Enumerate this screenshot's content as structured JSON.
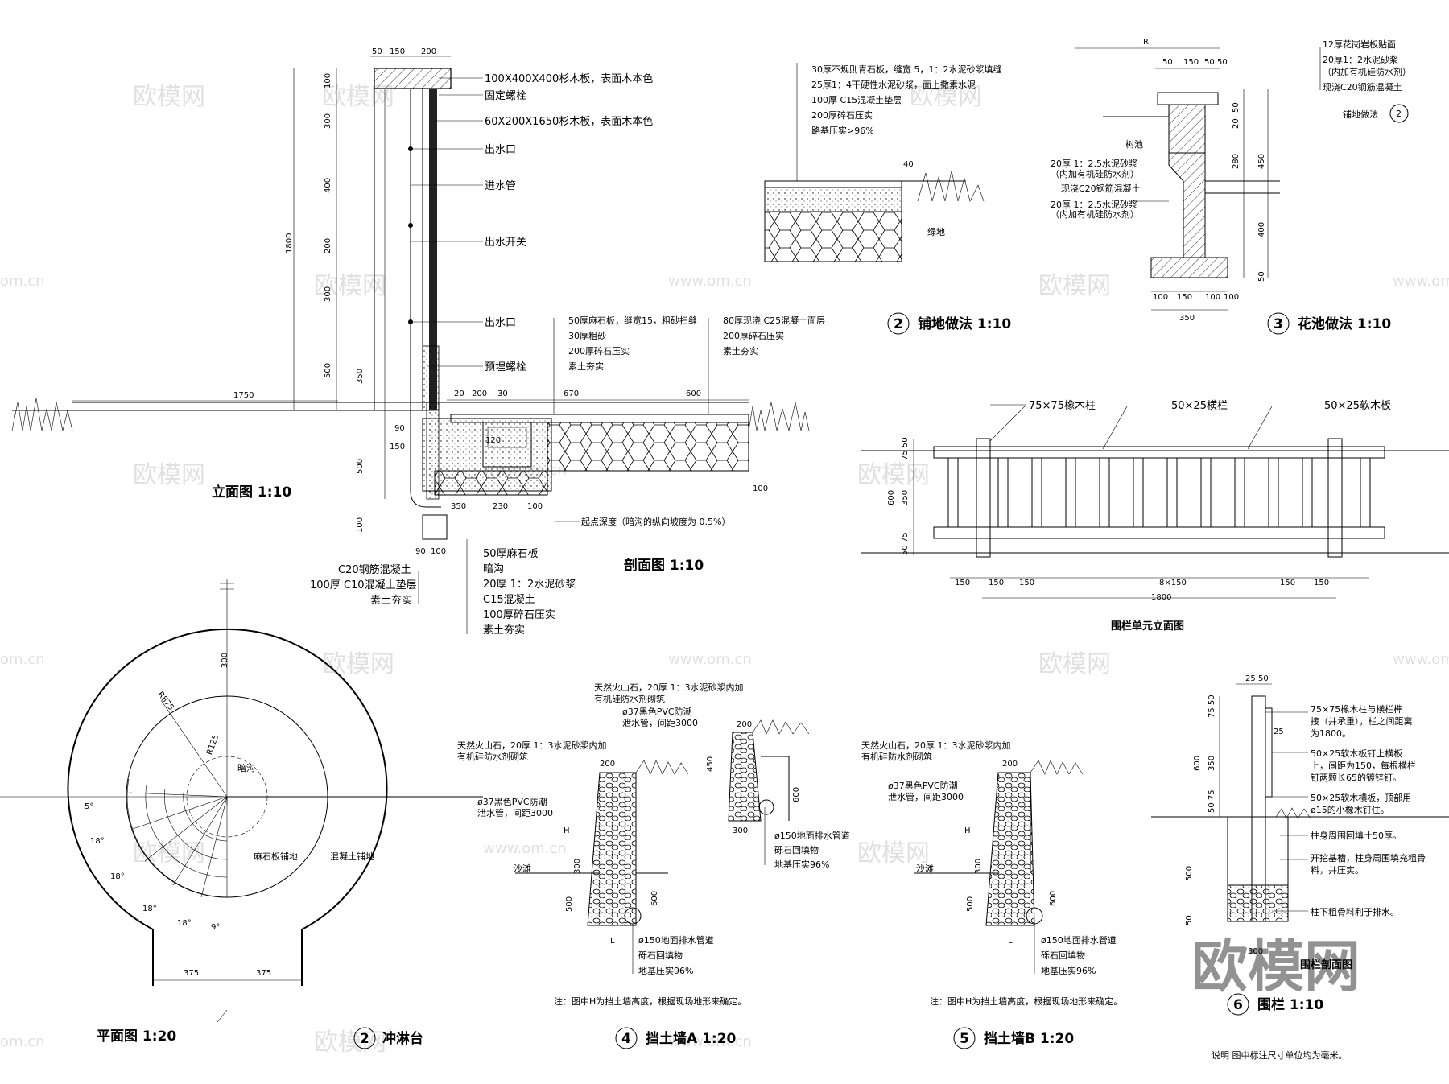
{
  "watermark": {
    "brand": "欧模网",
    "site": "www.om.cn",
    "corner": "欧模网",
    "domain": "om.cn"
  },
  "elevation": {
    "title": "立面图 1:10",
    "top_dims": [
      "50",
      "150",
      "200"
    ],
    "left_dims": [
      "100",
      "300",
      "400",
      "200",
      "300",
      "500",
      "1800"
    ],
    "ground_dims": [
      "1750"
    ],
    "small_dims": [
      "350",
      "90",
      "150",
      "500",
      "100",
      "90",
      "100",
      "350"
    ],
    "labels": [
      "100X400X400杉木板，表面木本色",
      "固定螺栓",
      "60X200X1650杉木板，表面木本色",
      "出水口",
      "进水管",
      "出水开关",
      "出水口",
      "预埋螺栓"
    ]
  },
  "section": {
    "title": "剖面图 1:10",
    "dims_top": [
      "20",
      "200",
      "30",
      "670",
      "600"
    ],
    "dims_bottom": [
      "120",
      "230",
      "100",
      "100"
    ],
    "labels_a": [
      "50厚麻石板，缝宽15，粗砂扫缝",
      "30厚粗砂",
      "200厚碎石压实",
      "素土夯实"
    ],
    "labels_b": [
      "80厚现浇 C25混凝土面层",
      "200厚碎石压实",
      "素土夯实"
    ],
    "note": "起点深度（暗沟的纵向坡度为 0.5%）",
    "labels_left": [
      "C20钢筋混凝土",
      "100厚  C10混凝土垫层",
      "素土夯实"
    ],
    "labels_right": [
      "50厚麻石板",
      "暗沟",
      "20厚  1：2水泥砂浆",
      "C15混凝土",
      "100厚碎石压实",
      "素土夯实"
    ]
  },
  "paving": {
    "title": "铺地做法 1:10",
    "number": "2",
    "labels": [
      "30厚不规则青石板，缝宽 5，1：2水泥砂浆填缝",
      "25厚1：4干硬性水泥砂浆，面上撒素水泥",
      "100厚  C15混凝土垫层",
      "200厚碎石压实",
      "路基压实>96%"
    ],
    "dim": "40",
    "grass": "绿地"
  },
  "planter": {
    "title": "花池做法 1:10",
    "number": "3",
    "r_label": "R",
    "top_dims": [
      "50",
      "150",
      "50",
      "50"
    ],
    "right_dims": [
      "50",
      "20",
      "280",
      "450",
      "400",
      "50"
    ],
    "bottom_dims": [
      "100",
      "150",
      "100",
      "100"
    ],
    "total": "350",
    "labels_right": [
      "12厚花岗岩板贴面",
      "20厚1：2水泥砂浆",
      "（内加有机硅防水剂）",
      "现浇C20钢筋混凝土",
      "铺地做法"
    ],
    "tag": "2",
    "left_label": "树池",
    "labels_left": [
      "20厚 1：2.5水泥砂浆",
      "（内加有机硅防水剂）",
      "现浇C20钢筋混凝土",
      "20厚 1：2.5水泥砂浆",
      "（内加有机硅防水剂）"
    ]
  },
  "fence_elevation": {
    "title": "围栏单元立面图",
    "labels": [
      "75×75橡木柱",
      "50×25横栏",
      "50×25软木板"
    ],
    "left_dims": [
      "75 50",
      "350",
      "600",
      "50 75"
    ],
    "bottom_dims": [
      "150",
      "150",
      "150",
      "8×150",
      "150",
      "150"
    ],
    "total": "1800"
  },
  "plan": {
    "title": "平面图 1:20",
    "dims": [
      "300",
      "R875",
      "R125",
      "375",
      "375"
    ],
    "angles": [
      "5°",
      "18°",
      "18°",
      "18°",
      "18°",
      "9°"
    ],
    "labels": [
      "暗沟",
      "麻石板铺地",
      "混凝土铺地"
    ]
  },
  "shower": {
    "title": "冲淋台",
    "number": "2"
  },
  "wall_a": {
    "title": "挡土墙A 1:20",
    "number": "4",
    "labels": [
      "天然火山石，20厚 1：3水泥砂浆内加",
      "有机硅防水剂砌筑",
      "ø37黑色PVC防潮",
      "泄水管，间距3000",
      "沙滩",
      "ø150地面排水管道",
      "砾石回填物",
      "地基压实96%"
    ],
    "labels_b": [
      "天然火山石，20厚 1：3水泥砂浆内加",
      "有机硅防水剂砌筑",
      "ø37黑色PVC防潮",
      "泄水管，间距3000"
    ],
    "dims": [
      "200",
      "H",
      "300",
      "500",
      "600",
      "L",
      "200",
      "450",
      "600",
      "300"
    ],
    "labels_c": [
      "ø150地面排水管道",
      "砾石回填物",
      "地基压实96%"
    ],
    "note": "注：图中H为挡土墙高度，根据现场地形来确定。"
  },
  "wall_b": {
    "title": "挡土墙B 1:20",
    "number": "5",
    "labels": [
      "天然火山石，20厚 1：3水泥砂浆内加",
      "有机硅防水剂砌筑",
      "ø37黑色PVC防潮",
      "泄水管，间距3000",
      "沙滩",
      "ø150地面排水管道",
      "砾石回填物",
      "地基压实96%"
    ],
    "dims": [
      "200",
      "H",
      "300",
      "500",
      "600",
      "L"
    ],
    "note": "注：图中H为挡土墙高度，根据现场地形来确定。"
  },
  "fence": {
    "title": "围栏 1:10",
    "number": "6",
    "sub": "围栏剖面图",
    "top_dims": [
      "25",
      "50"
    ],
    "left_dims": [
      "75 50",
      "350",
      "600",
      "50 75",
      "500",
      "50"
    ],
    "side_dim": "25",
    "labels": [
      "75×75橡木柱与横栏榫",
      "接（并承重），栏之间距离",
      "为1800。",
      "50×25软木板钉上横板",
      "上，间距为150，每根横栏",
      "钉两颗长65的镀锌钉。",
      "50×25软木横板，顶部用",
      "ø15的小橡木钉住。",
      "柱身周围回填土50厚。",
      "开挖基槽，柱身周围填充粗骨",
      "料，并压实。",
      "柱下粗骨料利于排水。"
    ],
    "bottom_dim": "300"
  },
  "footer": {
    "note": "说明  图中标注尺寸单位均为毫米。"
  }
}
